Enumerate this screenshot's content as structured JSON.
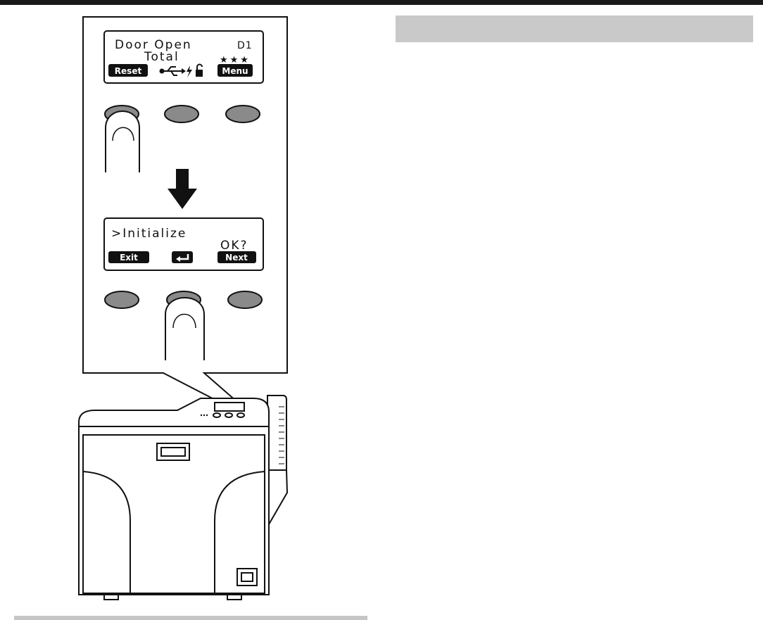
{
  "colors": {
    "page_bg": "#ffffff",
    "top_rule": "#1a1a1a",
    "header_bar": "#c9c9c9",
    "button_gray": "#8a8a8a",
    "outline": "#111111",
    "softkey_bg": "#111111"
  },
  "screen1": {
    "line1_left": "Door Open",
    "line1_right": "D1",
    "line2": "Total",
    "stars": "★★★",
    "softkey_left": "Reset",
    "softkey_right": "Menu",
    "status_icons": [
      "usb-icon",
      "lightning-icon",
      "unlock-icon"
    ]
  },
  "screen2": {
    "line1": ">Initialize",
    "line2_right": "OK?",
    "softkey_left": "Exit",
    "softkey_center_icon": "enter-icon",
    "softkey_right": "Next"
  },
  "arrow_icon": "down-arrow-icon",
  "hand_icon": "finger-press-icon",
  "pressed_buttons": {
    "step1": "left",
    "step2": "center"
  }
}
